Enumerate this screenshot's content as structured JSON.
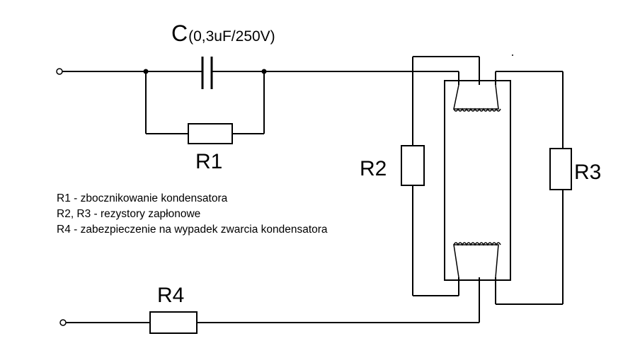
{
  "diagram": {
    "components": {
      "capacitor": {
        "symbol": "C",
        "value": "(0,3uF/250V)"
      },
      "r1": "R1",
      "r2": "R2",
      "r3": "R3",
      "r4": "R4"
    },
    "legend": [
      "R1 - zbocznikowanie kondensatora",
      "R2, R3 - rezystory zapłonowe",
      "R4 - zabezpieczenie na wypadek zwarcia kondensatora"
    ]
  }
}
